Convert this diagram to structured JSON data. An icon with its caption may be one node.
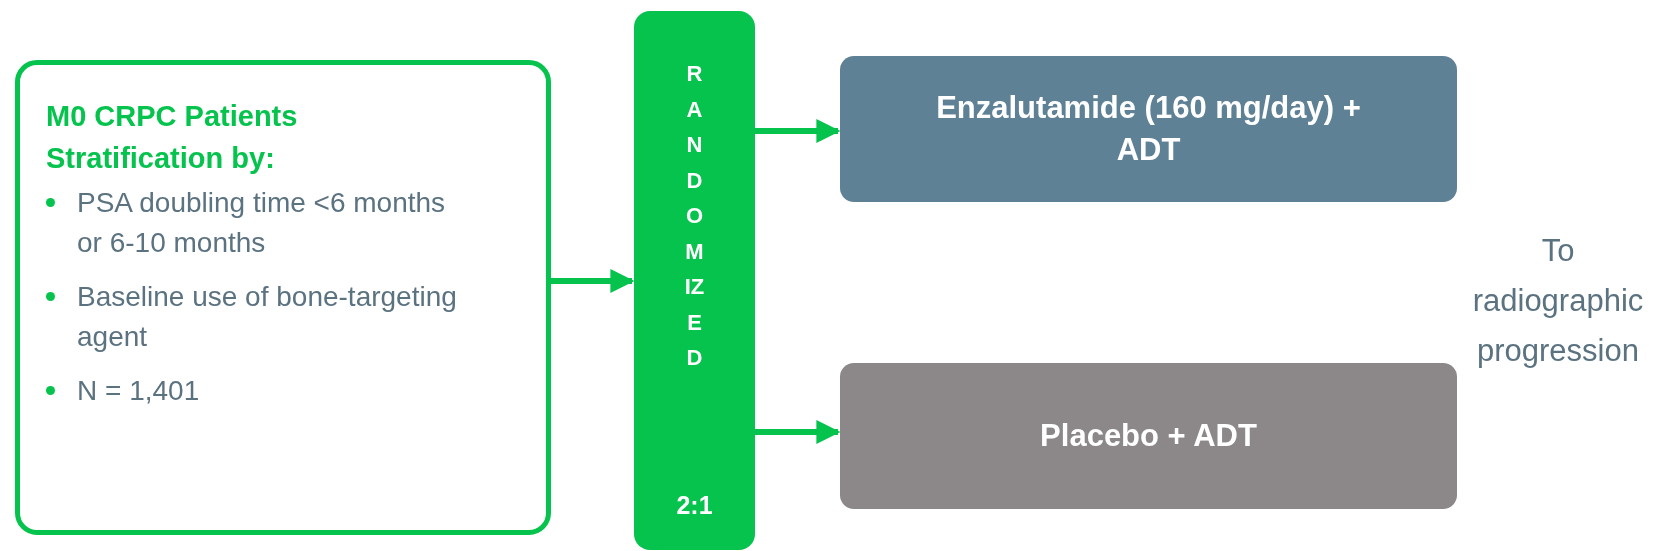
{
  "diagram": {
    "nodes": [
      {
        "text": [
          "M0 CRPC Patients",
          "Stratification by:",
          "PSA doubling time <6 months or 6-10 months",
          "Baseline use of bone-targeting agent",
          "N = 1,401"
        ]
      },
      {
        "text": [
          "RANDOMIZED",
          "2:1"
        ]
      },
      {
        "text": [
          "Enzalutamide (160 mg/day) + ADT"
        ]
      },
      {
        "text": [
          "Placebo + ADT"
        ]
      }
    ],
    "edges": [
      {
        "from": 0,
        "to": 1,
        "arrow": "to"
      },
      {
        "from": 1,
        "to": 2,
        "arrow": "to"
      },
      {
        "from": 1,
        "to": 3,
        "arrow": "to"
      }
    ],
    "labels": [
      "To radiographic progression"
    ]
  }
}
